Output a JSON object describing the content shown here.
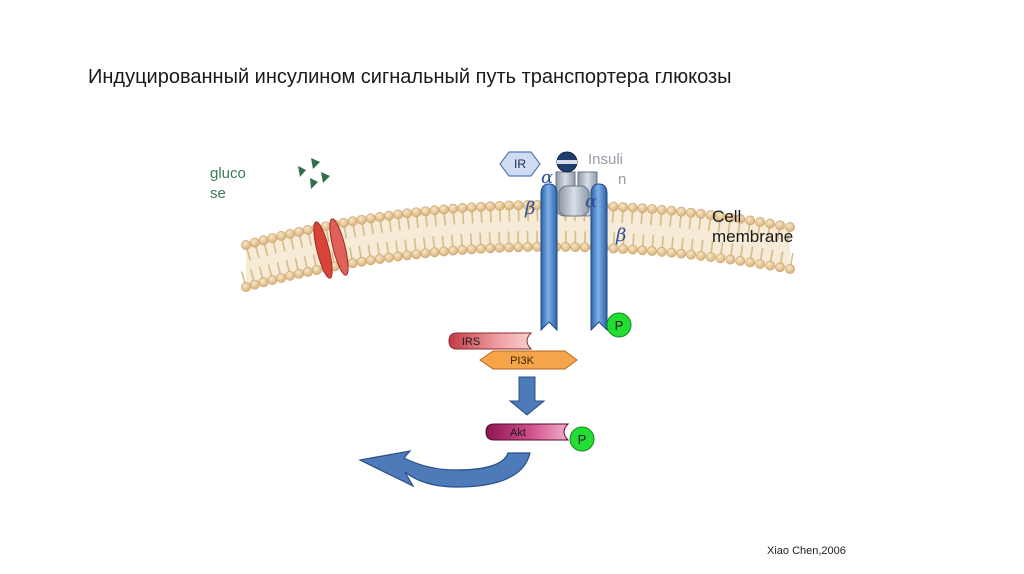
{
  "title": "Индуцированный инсулином сигнальный путь транспортера глюкозы",
  "labels": {
    "glucose_line1": "gluco",
    "glucose_line2": "se",
    "insulin_line1": "Insuli",
    "insulin_line2": "n",
    "cell_line1": "Cell",
    "cell_line2": "membrane"
  },
  "receptor": {
    "ir": "IR",
    "alpha": "α",
    "beta": "β",
    "phosphate": "P"
  },
  "cascade": {
    "irs": "IRS",
    "pi3k": "PI3K",
    "akt": "Akt",
    "phosphate": "P"
  },
  "credit": "Xiao Chen,2006",
  "colors": {
    "receptor_blue": "#3f7ec6",
    "phosphate_green": "#22dd33",
    "glut_red": "#d9443a",
    "irs_red": "#e0555a",
    "pi3k_orange": "#f6a44a",
    "akt_purple": "#a8246a",
    "arrow_blue": "#4d7ab8",
    "lipid_tan": "#e6c99a",
    "glucose_green": "#2f6f4a"
  }
}
